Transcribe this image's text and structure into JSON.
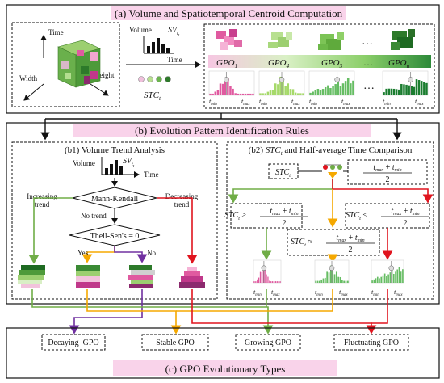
{
  "section_a": {
    "title": "(a) Volume and Spatiotemporal Centroid Computation",
    "axes": {
      "time": "Time",
      "width": "Width",
      "height": "Height"
    },
    "volume_label": "Volume",
    "sv_label": "SV",
    "sv_sub": "t",
    "sv_sub2": "t",
    "time_label": "Time",
    "stc_label": "STC",
    "stc_sub": "t",
    "gpos": [
      {
        "name": "GPO",
        "sub": "1",
        "color": "#e05aa0"
      },
      {
        "name": "GPO",
        "sub": "4",
        "color": "#a6d96a"
      },
      {
        "name": "GPO",
        "sub": "3",
        "color": "#66bd63"
      },
      {
        "name": "GPO",
        "sub": "n",
        "color": "#1a7d2f"
      }
    ],
    "ellipsis": "…",
    "tmin": "t",
    "tmin_sub": "min",
    "tmax": "t",
    "tmax_sub": "max"
  },
  "section_b": {
    "title": "(b) Evolution Pattern Identification Rules",
    "b1": {
      "title": "(b1) Volume Trend Analysis",
      "mann_kendall": "Mann-Kendall",
      "increasing_1": "Increasing",
      "increasing_2": "trend",
      "decreasing_1": "Decreasing",
      "decreasing_2": "trend",
      "no_trend": "No trend",
      "theil_sen": "Theil-Sen's = 0",
      "yes": "Yes",
      "no": "No"
    },
    "b2": {
      "title_pre": "(b2)",
      "title_post": "and Half-average Time Comparison",
      "stc": "STC",
      "stc_sub": "t",
      "tmax_plus_tmin": "t",
      "two": "2",
      "gt": ">",
      "lt": "<",
      "approx": "≈",
      "plus": "+",
      "max": "max",
      "min": "min"
    }
  },
  "section_c": {
    "title": "(c) GPO Evolutionary Types",
    "types": [
      "Decaying  GPO",
      "Stable GPO",
      "Growing GPO",
      "Fluctuating GPO"
    ]
  },
  "colors": {
    "pink_band": "#f9d3ea",
    "green_arrow": "#70ad47",
    "red_arrow": "#e0141e",
    "orange_arrow": "#f5a800",
    "purple_arrow": "#7030a0"
  }
}
